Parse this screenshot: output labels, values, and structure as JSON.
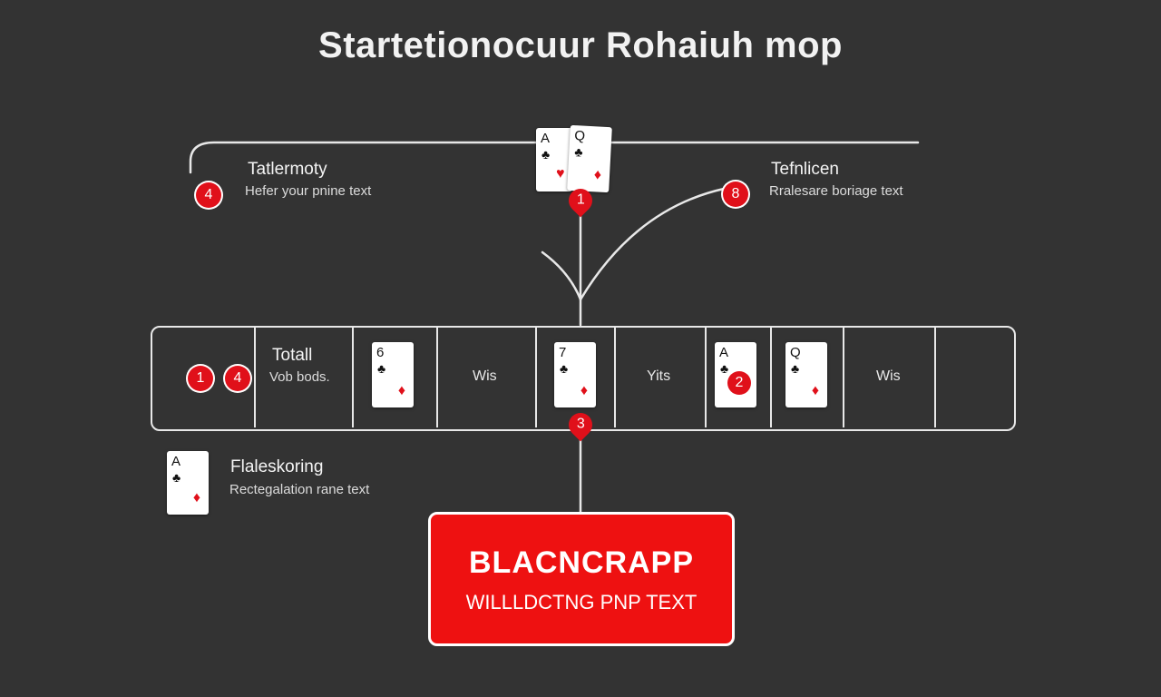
{
  "title": "Startetionocuur Rohaiuh mop",
  "top_left": {
    "badge": "4",
    "heading": "Tatlermoty",
    "text": "Hefer your pnine text"
  },
  "top_right": {
    "badge": "8",
    "heading": "Tefnlicen",
    "text": "Rralesare boriage text"
  },
  "top_cards": [
    {
      "rank": "A",
      "suit": "club",
      "accent": "heart"
    },
    {
      "rank": "Q",
      "suit": "club",
      "accent": "diamond"
    }
  ],
  "top_pin": "1",
  "table": {
    "badges": [
      "1",
      "4"
    ],
    "heading": "Totall",
    "text": "Vob bods.",
    "cards": [
      {
        "rank": "6",
        "suit": "club"
      },
      {
        "rank": "7",
        "suit": "club"
      },
      {
        "rank": "A",
        "suit": "club",
        "badge": "2"
      },
      {
        "rank": "Q",
        "suit": "club"
      }
    ],
    "labels": [
      "Wis",
      "Yits",
      "Wis"
    ]
  },
  "mid_pin": "3",
  "bottom_left": {
    "card": {
      "rank": "A",
      "suit": "club"
    },
    "heading": "Flaleskoring",
    "text": "Rectegalation rane text"
  },
  "cta": {
    "title": "BLACNCRAPP",
    "subtitle": "WILLLDCTNG PNP TEXT"
  },
  "colors": {
    "background": "#333333",
    "accent": "#e0101a",
    "line": "#e8e8e8"
  }
}
